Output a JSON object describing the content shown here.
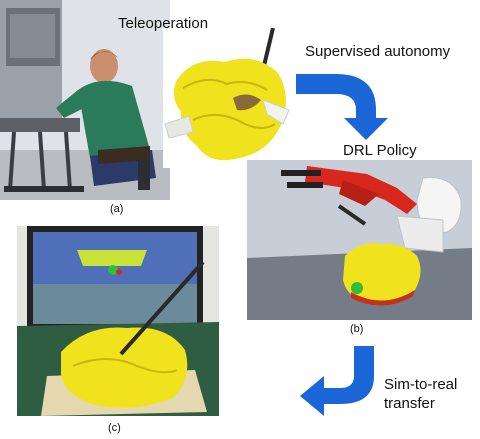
{
  "labels": {
    "teleoperation": "Teleoperation",
    "supervised_autonomy": "Supervised autonomy",
    "drl_policy": "DRL Policy",
    "sim_to_real_line1": "Sim-to-real",
    "sim_to_real_line2": "transfer"
  },
  "captions": {
    "a": "(a)",
    "b": "(b)",
    "c": "(c)"
  },
  "colors": {
    "arrow_blue": "#1a66d6",
    "tissue_yellow": "#f1e21e",
    "sim_sky": "#c7ced8",
    "sim_floor": "#747c87",
    "robot_red": "#d8281e",
    "operator_shirt": "#2a7a5c",
    "drape_green": "#2f5d42"
  }
}
